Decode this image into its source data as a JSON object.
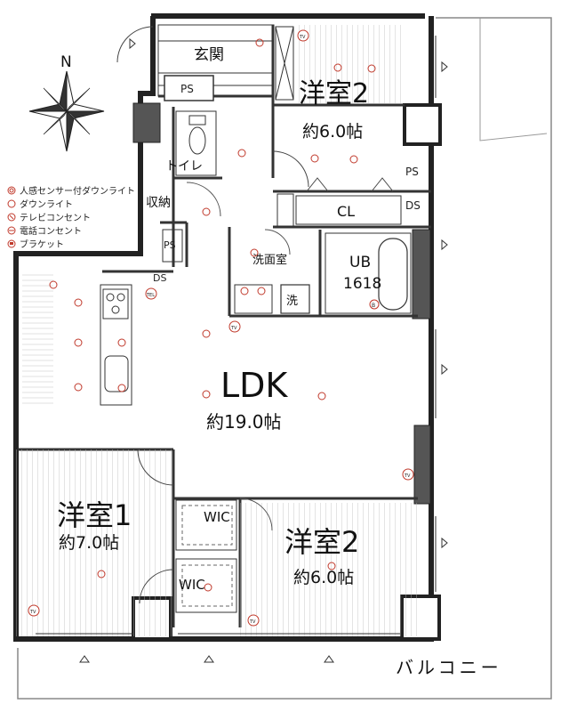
{
  "compass": {
    "north": "N"
  },
  "legend": [
    {
      "icon": "motion-downlight-icon",
      "label": "人感センサー付ダウンライト"
    },
    {
      "icon": "downlight-icon",
      "label": "ダウンライト"
    },
    {
      "icon": "tv-outlet-icon",
      "label": "テレビコンセント"
    },
    {
      "icon": "phone-outlet-icon",
      "label": "電話コンセント"
    },
    {
      "icon": "bracket-light-icon",
      "label": "ブラケット"
    }
  ],
  "symbols": {
    "tv": "TV",
    "tel": "TEL",
    "bracket": "B"
  },
  "rooms": {
    "entrance": "玄関",
    "ps_top": "PS",
    "toilet": "トイレ",
    "storage": "収納",
    "ps_mid": "PS",
    "ds_left": "DS",
    "bedroom2_top": {
      "name": "洋室2",
      "area": "約6.0帖"
    },
    "ps_right": "PS",
    "ds_right": "DS",
    "closet": "CL",
    "washroom": "洗面室",
    "washer": "洗",
    "unit_bath": {
      "name": "UB",
      "size": "1618"
    },
    "ldk": {
      "name": "LDK",
      "area": "約19.0帖"
    },
    "bedroom1": {
      "name": "洋室1",
      "area": "約7.0帖"
    },
    "wic_a": "WIC",
    "wic_b": "WIC",
    "bedroom2_bottom": {
      "name": "洋室2",
      "area": "約6.0帖"
    },
    "balcony": "バルコニー"
  }
}
